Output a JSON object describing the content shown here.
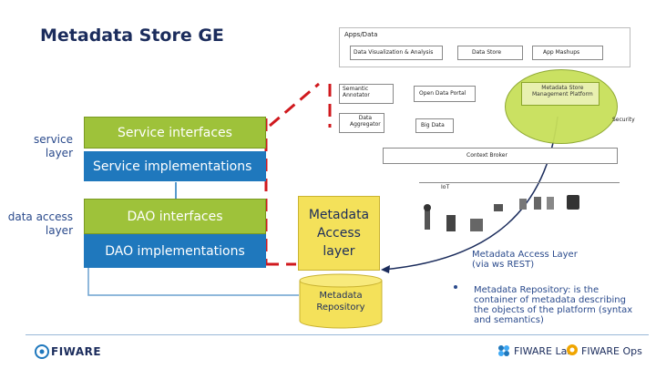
{
  "title": "Metadata Store GE",
  "left_labels": {
    "service_layer": "service\nlayer",
    "data_access_layer": "data access\nlayer"
  },
  "boxes": {
    "service_interfaces": "Service interfaces",
    "service_implementations": "Service implementations",
    "dao_interfaces": "DAO interfaces",
    "dao_implementations": "DAO implementations",
    "metadata_access_layer": "Metadata\nAccess\nlayer",
    "metadata_repository": "Metadata\nRepository"
  },
  "arch": {
    "apps_data": "Apps/Data",
    "data_visualization": "Data Visualization & Analysis",
    "data_store": "Data Store",
    "app_mashups": "App Mashups",
    "semantic_annotator": "Semantic\nAnnotator",
    "open_data_portal": "Open Data Portal",
    "metadata_store_platform": "Metadata Store\nManagement Platform",
    "data_aggregator": "Data\nAggregator",
    "big_data": "Big Data",
    "security": "Security",
    "context_broker": "Context Broker",
    "iot": "IoT"
  },
  "bullets": [
    "Metadata Access Layer\n(via ws REST)",
    "Metadata Repository: is the\ncontainer of metadata describing\nthe objects of the platform (syntax\nand semantics)"
  ],
  "footer": {
    "fiware": "FIWARE",
    "fiware_lab": "FIWARE Lab",
    "fiware_ops": "FIWARE Ops"
  },
  "colors": {
    "green": "#9ec23a",
    "blue": "#1f78bd",
    "yellow": "#f4e15a",
    "red_dash": "#d0191e"
  }
}
